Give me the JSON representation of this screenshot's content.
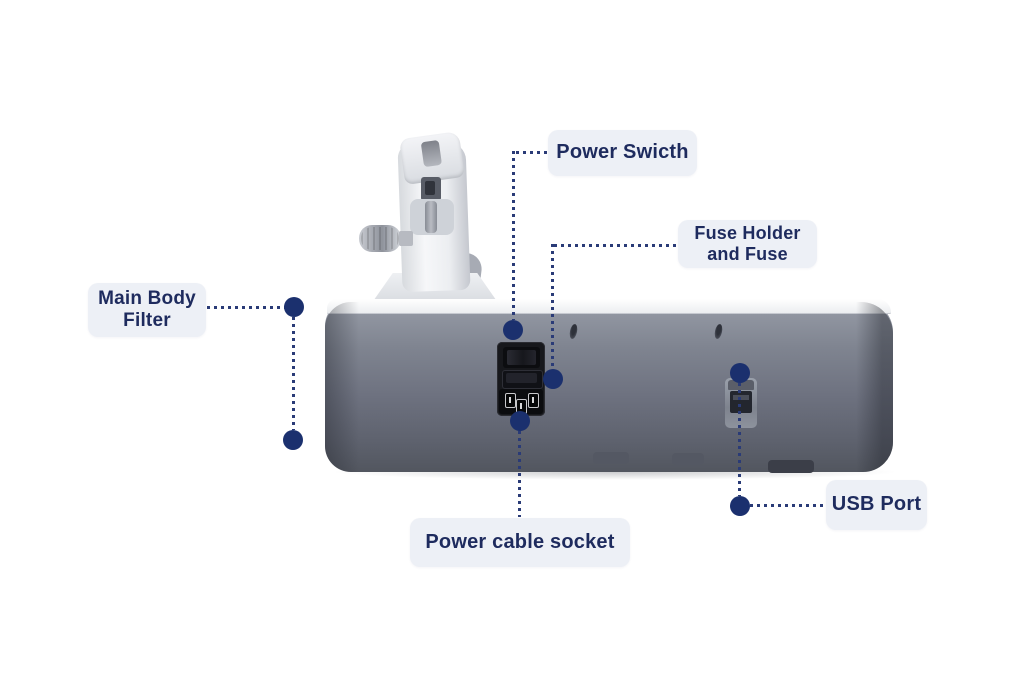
{
  "diagram": {
    "description": "Rear-view product diagram of a gray benchtop injection device with annotated parts",
    "labels": {
      "power_switch": {
        "text": "Power Swicth"
      },
      "fuse_holder": {
        "lines": [
          "Fuse Holder",
          "and Fuse"
        ]
      },
      "main_body_filter": {
        "lines": [
          "Main Body",
          "Filter"
        ]
      },
      "power_cable_socket": {
        "text": "Power cable socket"
      },
      "usb_port": {
        "text": "USB Port"
      }
    },
    "colors": {
      "background": "#ffffff",
      "label_bg": "#edf0f6",
      "label_text": "#1e2b5e",
      "callout": "#1b306e",
      "line": "#2a3b77"
    }
  }
}
